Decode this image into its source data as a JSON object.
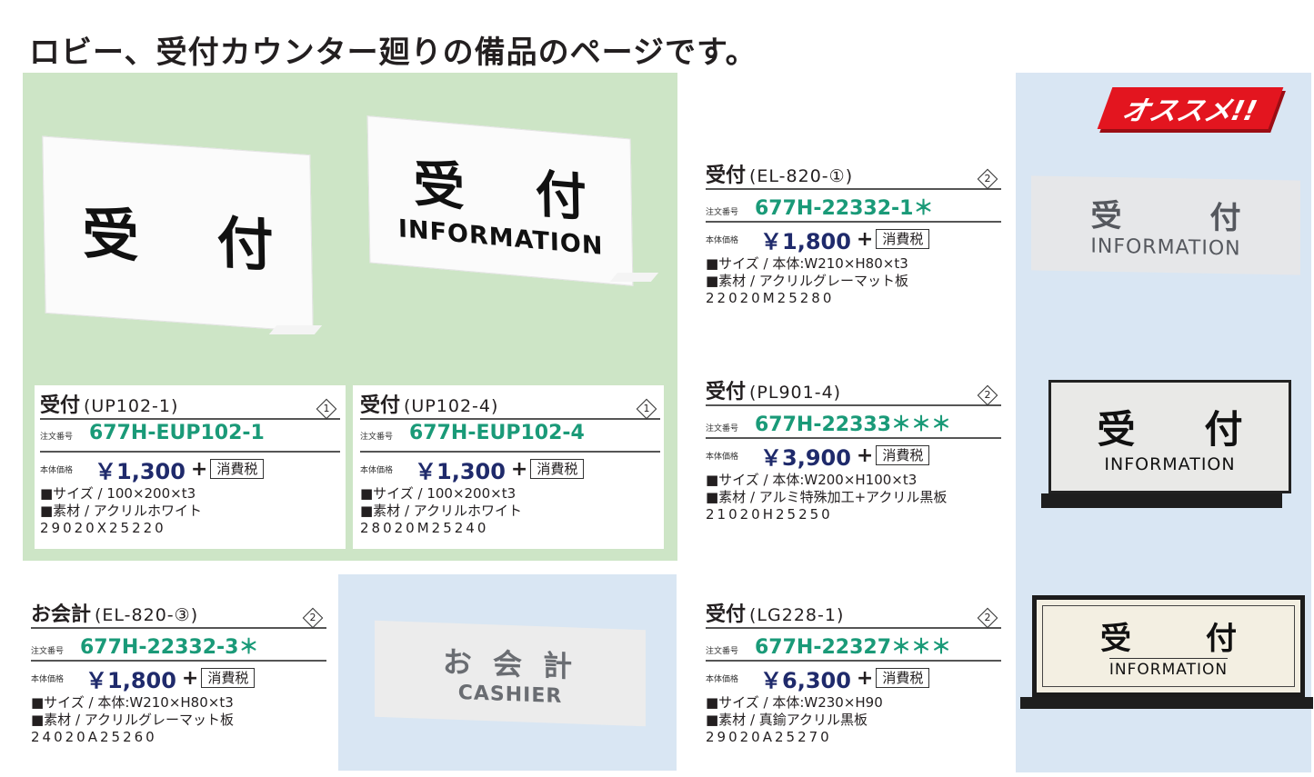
{
  "page": {
    "title": "ロビー、受付カウンター廻りの備品のページです。",
    "colors": {
      "green_panel": "#cde5c6",
      "blue_panel": "#d9e6f3",
      "order_code": "#1a9a78",
      "price": "#1f2a6b",
      "badge": "#e3151f"
    }
  },
  "labels": {
    "order_no": "注文番号",
    "body_price": "本体価格",
    "plus": "+",
    "tax": "消費税"
  },
  "badge": {
    "text": "オススメ!!"
  },
  "products": [
    {
      "name": "受付",
      "model": "(UP102-1)",
      "section": "1",
      "order_code": "677H-EUP102-1",
      "price": "￥1,300",
      "size": "■サイズ / 100×200×t3",
      "material": "■素材 / アクリルホワイト",
      "jan": "29020X25220",
      "sign": {
        "kanji_left": "受",
        "kanji_right": "付",
        "english": ""
      }
    },
    {
      "name": "受付",
      "model": "(UP102-4)",
      "section": "1",
      "order_code": "677H-EUP102-4",
      "price": "￥1,300",
      "size": "■サイズ / 100×200×t3",
      "material": "■素材 / アクリルホワイト",
      "jan": "28020M25240",
      "sign": {
        "kanji_left": "受",
        "kanji_right": "付",
        "english": "INFORMATION"
      }
    },
    {
      "name": "お会計",
      "model": "(EL-820-③)",
      "section": "2",
      "order_code": "677H-22332-3＊",
      "price": "￥1,800",
      "size": "■サイズ / 本体:W210×H80×t3",
      "material": "■素材 / アクリルグレーマット板",
      "jan": "24020A25260",
      "sign": {
        "kanji": "お 会 計",
        "english": "CASHIER"
      }
    },
    {
      "name": "受付",
      "model": "(EL-820-①)",
      "section": "2",
      "order_code": "677H-22332-1＊",
      "price": "￥1,800",
      "size": "■サイズ / 本体:W210×H80×t3",
      "material": "■素材 / アクリルグレーマット板",
      "jan": "22020M25280",
      "sign": {
        "kanji_left": "受",
        "kanji_right": "付",
        "english": "INFORMATION"
      }
    },
    {
      "name": "受付",
      "model": "(PL901-4)",
      "section": "2",
      "order_code": "677H-22333＊＊＊",
      "price": "￥3,900",
      "size": "■サイズ / 本体:W200×H100×t3",
      "material": "■素材 / アルミ特殊加工+アクリル黒板",
      "jan": "21020H25250",
      "sign": {
        "kanji_left": "受",
        "kanji_right": "付",
        "english": "INFORMATION"
      }
    },
    {
      "name": "受付",
      "model": "(LG228-1)",
      "section": "2",
      "order_code": "677H-22327＊＊＊",
      "price": "￥6,300",
      "size": "■サイズ / 本体:W230×H90",
      "material": "■素材 / 真鍮アクリル黒板",
      "jan": "29020A25270",
      "sign": {
        "kanji_left": "受",
        "kanji_right": "付",
        "english": "INFORMATION"
      }
    }
  ]
}
